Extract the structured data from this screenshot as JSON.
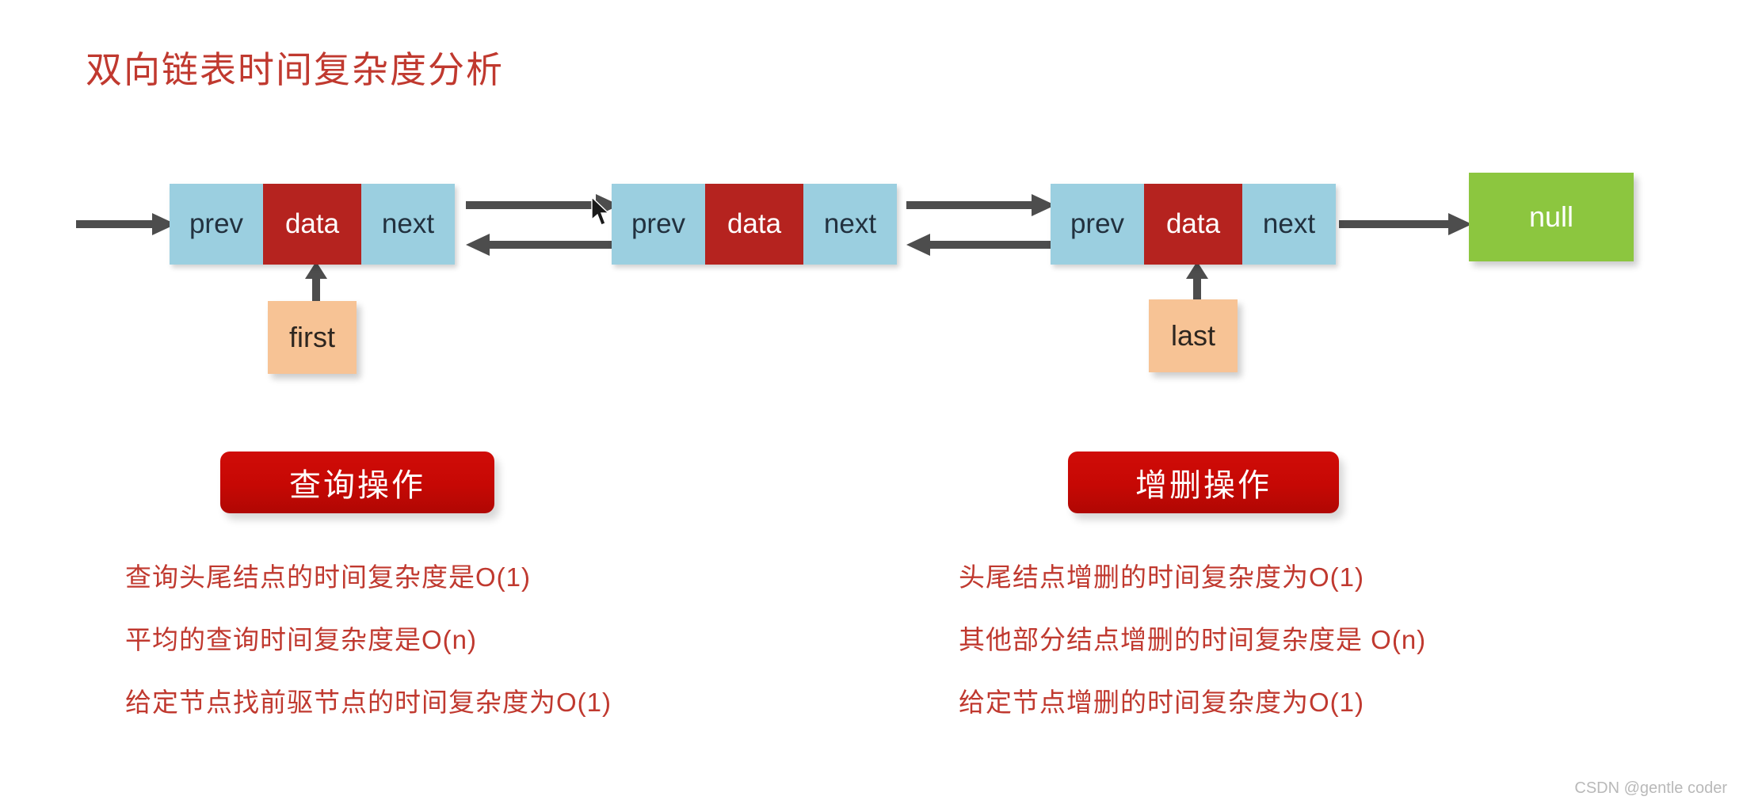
{
  "page": {
    "title": "双向链表时间复杂度分析",
    "background_color": "#ffffff",
    "title_color": "#c0392f"
  },
  "diagram": {
    "node_labels": {
      "prev": "prev",
      "data": "data",
      "next": "next"
    },
    "nodes": [
      {
        "id": "node-1",
        "prev": "prev",
        "data": "data",
        "next": "next"
      },
      {
        "id": "node-2",
        "prev": "prev",
        "data": "data",
        "next": "next"
      },
      {
        "id": "node-3",
        "prev": "prev",
        "data": "data",
        "next": "next"
      }
    ],
    "null_label": "null",
    "pointers": [
      {
        "id": "first",
        "label": "first",
        "points_to": "node-1"
      },
      {
        "id": "last",
        "label": "last",
        "points_to": "node-3"
      }
    ],
    "colors": {
      "cell_prev_next": "#9BCFE0",
      "cell_data": "#B5231F",
      "null_box": "#8CC63F",
      "pointer_box": "#F7C395",
      "arrow": "#4d4d4d"
    }
  },
  "sections": [
    {
      "id": "query",
      "button_label": "查询操作",
      "button_color": "#C60804",
      "bullets": [
        "查询头尾结点的时间复杂度是O(1)",
        "平均的查询时间复杂度是O(n)",
        "给定节点找前驱节点的时间复杂度为O(1)"
      ]
    },
    {
      "id": "modify",
      "button_label": "增删操作",
      "button_color": "#C60804",
      "bullets": [
        "头尾结点增删的时间复杂度为O(1)",
        "其他部分结点增删的时间复杂度是 O(n)",
        "给定节点增删的时间复杂度为O(1)"
      ]
    }
  ],
  "watermark": "CSDN @gentle coder"
}
